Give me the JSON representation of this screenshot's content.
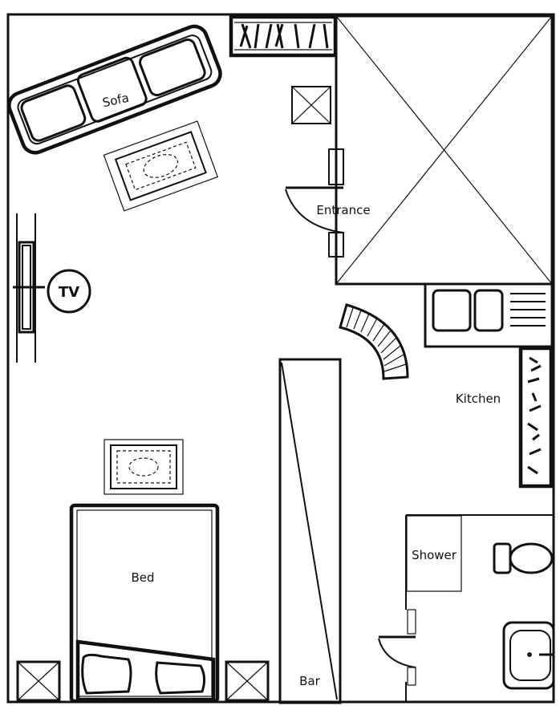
{
  "labels": {
    "sofa": "Sofa",
    "entrance": "Entrance",
    "tv": "TV",
    "kitchen": "Kitchen",
    "shower": "Shower",
    "bed": "Bed",
    "bar": "Bar"
  }
}
